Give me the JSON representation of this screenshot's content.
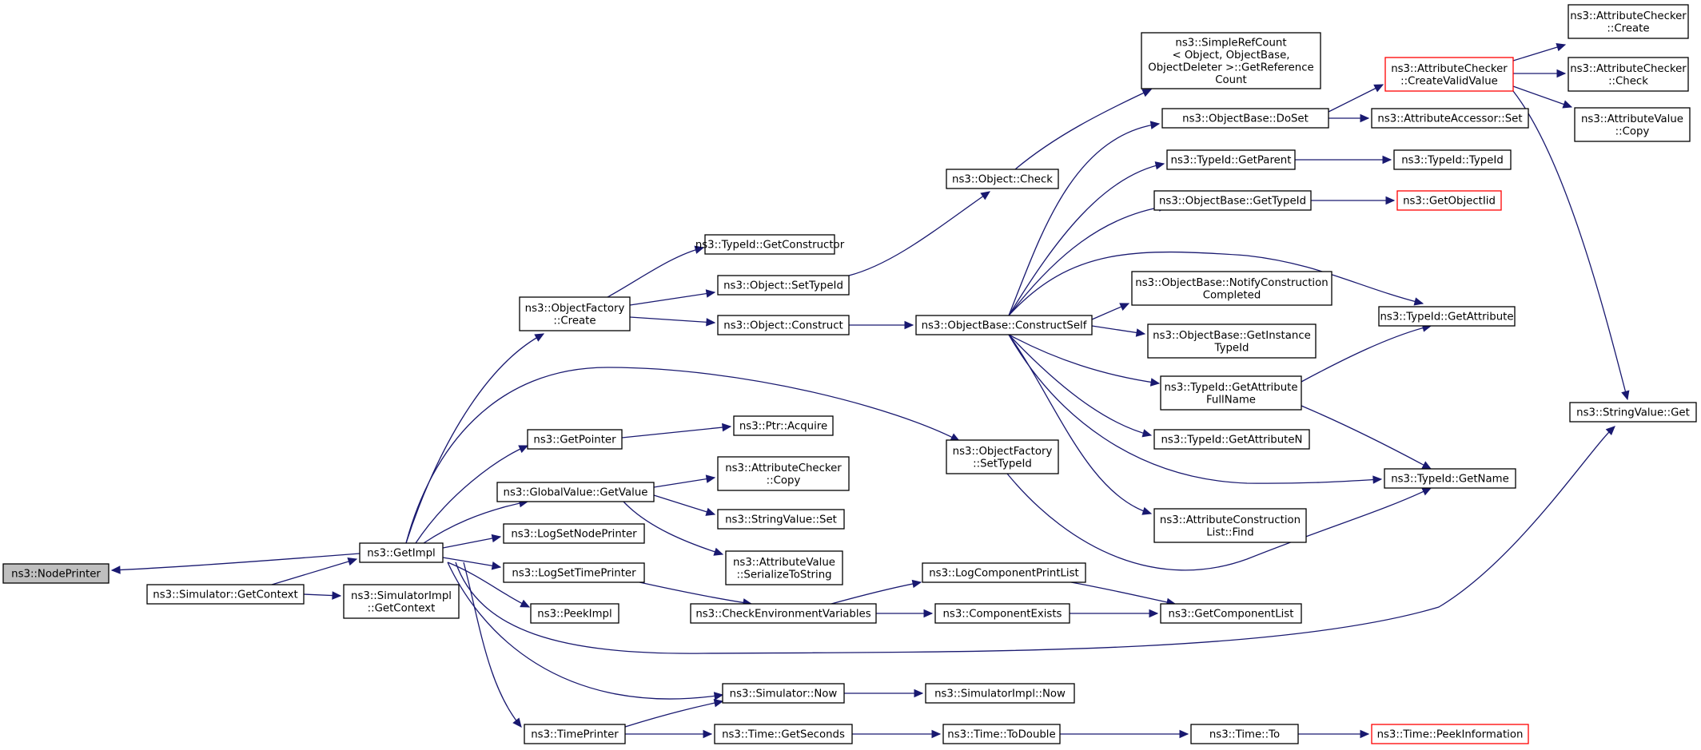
{
  "diagram": {
    "nodes": [
      {
        "id": "n0",
        "lines": [
          "ns3::NodePrinter"
        ],
        "style": "focus"
      },
      {
        "id": "n1",
        "lines": [
          "ns3::Simulator::GetContext"
        ],
        "style": "normal"
      },
      {
        "id": "n2",
        "lines": [
          "ns3::SimulatorImpl",
          "::GetContext"
        ],
        "style": "normal"
      },
      {
        "id": "n3",
        "lines": [
          "ns3::GetImpl"
        ],
        "style": "normal"
      },
      {
        "id": "n4",
        "lines": [
          "ns3::ObjectFactory",
          "::Create"
        ],
        "style": "normal"
      },
      {
        "id": "n5",
        "lines": [
          "ns3::TypeId::GetConstructor"
        ],
        "style": "normal"
      },
      {
        "id": "n6",
        "lines": [
          "ns3::Object::SetTypeId"
        ],
        "style": "normal"
      },
      {
        "id": "n7",
        "lines": [
          "ns3::Object::Construct"
        ],
        "style": "normal"
      },
      {
        "id": "n8",
        "lines": [
          "ns3::Object::Check"
        ],
        "style": "normal"
      },
      {
        "id": "n9",
        "lines": [
          "ns3::SimpleRefCount",
          "< Object, ObjectBase,",
          "ObjectDeleter >::GetReference",
          "Count"
        ],
        "style": "normal"
      },
      {
        "id": "n10",
        "lines": [
          "ns3::ObjectBase::ConstructSelf"
        ],
        "style": "normal"
      },
      {
        "id": "n11",
        "lines": [
          "ns3::ObjectBase::DoSet"
        ],
        "style": "normal"
      },
      {
        "id": "n12",
        "lines": [
          "ns3::AttributeChecker",
          "::CreateValidValue"
        ],
        "style": "red"
      },
      {
        "id": "n13",
        "lines": [
          "ns3::AttributeChecker",
          "::Create"
        ],
        "style": "normal"
      },
      {
        "id": "n14",
        "lines": [
          "ns3::AttributeChecker",
          "::Check"
        ],
        "style": "normal"
      },
      {
        "id": "n15",
        "lines": [
          "ns3::AttributeValue",
          "::Copy"
        ],
        "style": "normal"
      },
      {
        "id": "n16",
        "lines": [
          "ns3::StringValue::Get"
        ],
        "style": "normal"
      },
      {
        "id": "n17",
        "lines": [
          "ns3::AttributeAccessor::Set"
        ],
        "style": "normal"
      },
      {
        "id": "n18",
        "lines": [
          "ns3::TypeId::GetParent"
        ],
        "style": "normal"
      },
      {
        "id": "n19",
        "lines": [
          "ns3::TypeId::TypeId"
        ],
        "style": "normal"
      },
      {
        "id": "n20",
        "lines": [
          "ns3::ObjectBase::GetTypeId"
        ],
        "style": "normal"
      },
      {
        "id": "n21",
        "lines": [
          "ns3::GetObjectIid"
        ],
        "style": "red"
      },
      {
        "id": "n22",
        "lines": [
          "ns3::ObjectBase::NotifyConstruction",
          "Completed"
        ],
        "style": "normal"
      },
      {
        "id": "n23",
        "lines": [
          "ns3::TypeId::GetAttribute"
        ],
        "style": "normal"
      },
      {
        "id": "n24",
        "lines": [
          "ns3::ObjectBase::GetInstance",
          "TypeId"
        ],
        "style": "normal"
      },
      {
        "id": "n25",
        "lines": [
          "ns3::TypeId::GetAttribute",
          "FullName"
        ],
        "style": "normal"
      },
      {
        "id": "n26",
        "lines": [
          "ns3::TypeId::GetAttributeN"
        ],
        "style": "normal"
      },
      {
        "id": "n27",
        "lines": [
          "ns3::TypeId::GetName"
        ],
        "style": "normal"
      },
      {
        "id": "n28",
        "lines": [
          "ns3::AttributeConstruction",
          "List::Find"
        ],
        "style": "normal"
      },
      {
        "id": "n29",
        "lines": [
          "ns3::GetPointer"
        ],
        "style": "normal"
      },
      {
        "id": "n30",
        "lines": [
          "ns3::Ptr::Acquire"
        ],
        "style": "normal"
      },
      {
        "id": "n31",
        "lines": [
          "ns3::ObjectFactory",
          "::SetTypeId"
        ],
        "style": "normal"
      },
      {
        "id": "n32",
        "lines": [
          "ns3::GlobalValue::GetValue"
        ],
        "style": "normal"
      },
      {
        "id": "n33",
        "lines": [
          "ns3::AttributeChecker",
          "::Copy"
        ],
        "style": "normal"
      },
      {
        "id": "n34",
        "lines": [
          "ns3::StringValue::Set"
        ],
        "style": "normal"
      },
      {
        "id": "n35",
        "lines": [
          "ns3::AttributeValue",
          "::SerializeToString"
        ],
        "style": "normal"
      },
      {
        "id": "n36",
        "lines": [
          "ns3::LogSetNodePrinter"
        ],
        "style": "normal"
      },
      {
        "id": "n37",
        "lines": [
          "ns3::LogSetTimePrinter"
        ],
        "style": "normal"
      },
      {
        "id": "n38",
        "lines": [
          "ns3::LogComponentPrintList"
        ],
        "style": "normal"
      },
      {
        "id": "n39",
        "lines": [
          "ns3::CheckEnvironmentVariables"
        ],
        "style": "normal"
      },
      {
        "id": "n40",
        "lines": [
          "ns3::ComponentExists"
        ],
        "style": "normal"
      },
      {
        "id": "n41",
        "lines": [
          "ns3::GetComponentList"
        ],
        "style": "normal"
      },
      {
        "id": "n42",
        "lines": [
          "ns3::PeekImpl"
        ],
        "style": "normal"
      },
      {
        "id": "n43",
        "lines": [
          "ns3::Simulator::Now"
        ],
        "style": "normal"
      },
      {
        "id": "n44",
        "lines": [
          "ns3::SimulatorImpl::Now"
        ],
        "style": "normal"
      },
      {
        "id": "n45",
        "lines": [
          "ns3::TimePrinter"
        ],
        "style": "normal"
      },
      {
        "id": "n46",
        "lines": [
          "ns3::Time::GetSeconds"
        ],
        "style": "normal"
      },
      {
        "id": "n47",
        "lines": [
          "ns3::Time::ToDouble"
        ],
        "style": "normal"
      },
      {
        "id": "n48",
        "lines": [
          "ns3::Time::To"
        ],
        "style": "normal"
      },
      {
        "id": "n49",
        "lines": [
          "ns3::Time::PeekInformation"
        ],
        "style": "red"
      }
    ],
    "colors": {
      "edge": "#191970",
      "node_border": "#000000",
      "red_border": "#ff0000",
      "focus_fill": "#bfbfbf"
    }
  }
}
